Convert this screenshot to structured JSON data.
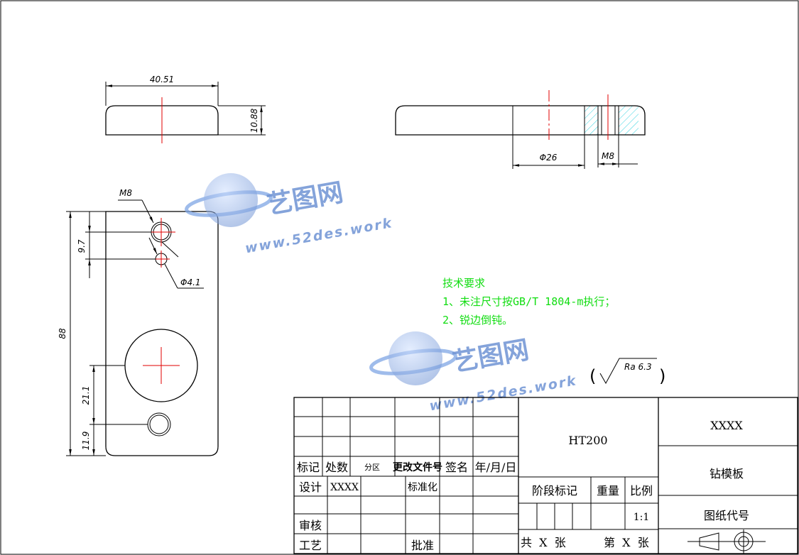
{
  "dimensions": {
    "top_width": "40.51",
    "top_height": "10.88",
    "hole_diameter": "Φ26",
    "thread_section": "M8",
    "thread_callout": "M8",
    "pitch_vertical": "9.7",
    "small_hole": "Φ4.1",
    "overall_height": "88",
    "center_height": "21.1",
    "bottom_offset": "11.9"
  },
  "tech_req": {
    "title": "技术要求",
    "item1": "1、未注尺寸按GB/T 1804-m执行；",
    "item2": "2、锐边倒钝。"
  },
  "surface_finish": {
    "paren_open": "(",
    "label": "Ra 6.3",
    "paren_close": ")"
  },
  "watermark": {
    "brand": "艺图网",
    "url": "www.52des.work",
    "colors": {
      "primary": "#6f93d4"
    }
  },
  "title_block": {
    "mark": "标记",
    "count": "处数",
    "zone": "分区",
    "change_doc": "更改文件号",
    "signature": "签名",
    "date": "年/月/日",
    "design": "设计",
    "designer": "XXXX",
    "standardize": "标准化",
    "review": "审核",
    "process": "工艺",
    "approve": "批准",
    "material": "HT200",
    "stage_mark": "阶段标记",
    "weight": "重量",
    "scale_label": "比例",
    "scale_value": "1:1",
    "total_sheets": "共  X  张",
    "sheet_no": "第  X  张",
    "company": "XXXX",
    "part_name": "钻模板",
    "drawing_no": "图纸代号"
  }
}
